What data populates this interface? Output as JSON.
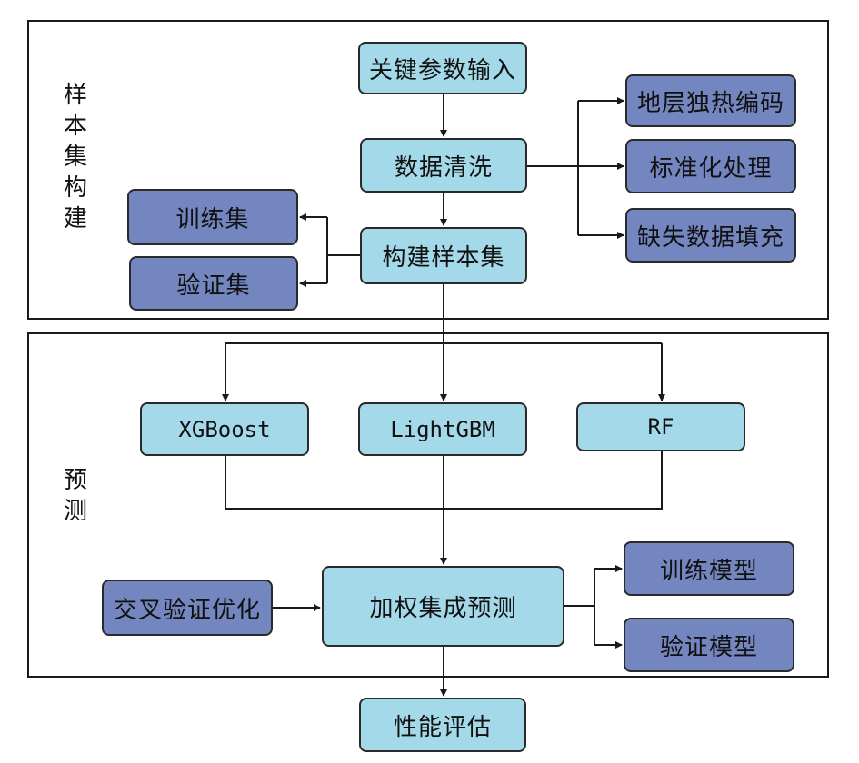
{
  "sections": {
    "sample": {
      "label": "样本集构建"
    },
    "predict": {
      "label": "预测"
    }
  },
  "nodes": {
    "input": "关键参数输入",
    "clean": "数据清洗",
    "build": "构建样本集",
    "strata_encoding": "地层独热编码",
    "standardize": "标准化处理",
    "fill_missing": "缺失数据填充",
    "train_set": "训练集",
    "val_set": "验证集",
    "xgboost": "XGBoost",
    "lightgbm": "LightGBM",
    "rf": "RF",
    "cv_optimize": "交叉验证优化",
    "weighted_ensemble": "加权集成预测",
    "train_model": "训练模型",
    "val_model": "验证模型",
    "evaluate": "性能评估"
  },
  "colors": {
    "light_fill": "#a4d9ea",
    "dark_fill": "#7486c0",
    "stroke": "#1a1a1a"
  }
}
